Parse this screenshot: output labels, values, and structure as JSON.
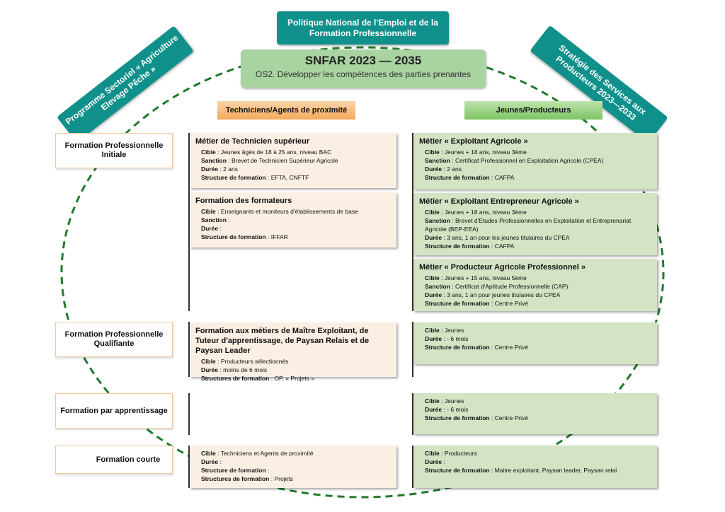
{
  "top": {
    "policy": "Politique National de l'Emploi et de la Formation Professionnelle",
    "snfar_title": "SNFAR 2023 — 2035",
    "snfar_subtitle": "OS2. Développer les compétences des parties prenantes",
    "left_program": "Programme Sectoriel « Agriculture Elevage Pêche »",
    "right_strategy": "Stratégie des Services aux Producteurs 2023—2033"
  },
  "columns": {
    "left": "Techniciens/Agents de proximité",
    "right": "Jeunes/Producteurs"
  },
  "rows": [
    "Formation Professionnelle Initiale",
    "Formation Professionnelle Qualifiante",
    "Formation par apprentissage",
    "Formation courte"
  ],
  "colors": {
    "teal": "#10908b",
    "snfar": "#a9d3a0",
    "orange": "#f6a95a",
    "green": "#7dc462",
    "peach": "#fbefe3",
    "lightgreen": "#d3e3c4",
    "dashed": "#1f7a2a"
  },
  "boxes": {
    "tech_sup": {
      "title": "Métier de Technicien supérieur",
      "lines": [
        [
          "Cible",
          " : Jeunes âgés de 18 à 25 ans, niveau BAC"
        ],
        [
          "Sanction",
          " : Brevet de Technicien Supérieur Agricole"
        ],
        [
          "Durée",
          " : 2 ans"
        ],
        [
          "Structure de formation",
          " : EFTA, CNFTF"
        ]
      ]
    },
    "formateurs": {
      "title": "Formation des formateurs",
      "lines": [
        [
          "Cible",
          " : Enseignants et moniteurs d'établissements de base"
        ],
        [
          "Sanction",
          " :"
        ],
        [
          "Durée",
          " :"
        ],
        [
          "Structure de formation",
          " : IFFAR"
        ]
      ]
    },
    "exploitant": {
      "title": "Métier « Exploitant Agricole »",
      "lines": [
        [
          "Cible",
          " : Jeunes + 18 ans, niveau 3ème"
        ],
        [
          "Sanction",
          " : Certificat Professionnel en Exploitation Agricole (CPEA)"
        ],
        [
          "Durée",
          " : 2 ans"
        ],
        [
          "Structure de formation",
          " : CAFPA"
        ]
      ]
    },
    "entrepreneur": {
      "title": "Métier « Exploitant Entrepreneur Agricole »",
      "lines": [
        [
          "Cible",
          " : Jeunes + 18 ans, niveau 3ème"
        ],
        [
          "Sanction",
          " : Brevet d'Etudes Professionnelles en Exploitation et Entreprenariat Agricole (BEP-EEA)"
        ],
        [
          "Durée",
          " : 3 ans, 1 an pour les jeunes titulaires du CPEA"
        ],
        [
          "Structure de formation",
          " : CAFPA"
        ]
      ]
    },
    "producteur": {
      "title": "Métier « Producteur Agricole Professionnel »",
      "lines": [
        [
          "Cible",
          " : Jeunes + 15 ans, niveau 5ème"
        ],
        [
          "Sanction",
          " : Certificat d'Aptitude Professionnelle (CAP)"
        ],
        [
          "Durée",
          " : 3 ans, 1 an pour jeunes titulaires du CPEA"
        ],
        [
          "Structure de formation",
          " : Centre Privé"
        ]
      ]
    },
    "maitre": {
      "title": "Formation aux métiers de Maître Exploitant, de Tuteur d'apprentissage, de Paysan Relais et de Paysan Leader",
      "lines": [
        [
          "Cible",
          " : Producteurs sélectionnés"
        ],
        [
          "Durée",
          " : moins de 6 mois"
        ],
        [
          "Structures de formation",
          " : OP, « Projets »"
        ]
      ]
    },
    "qualif_right": {
      "title": "",
      "lines": [
        [
          "Cible",
          " : Jeunes"
        ],
        [
          "Durée",
          " : - 6 mois"
        ],
        [
          "Structure de formation",
          " : Centre Privé"
        ]
      ]
    },
    "appr_right": {
      "title": "",
      "lines": [
        [
          "Cible",
          " : Jeunes"
        ],
        [
          "Durée",
          " : - 6 mois"
        ],
        [
          "Structure de formation",
          " : Centre Privé"
        ]
      ]
    },
    "courte_left": {
      "title": "",
      "lines": [
        [
          "Cible",
          " : Techniciens et Agents de proximité"
        ],
        [
          "Durée",
          " :"
        ],
        [
          "Structure de formation",
          " :"
        ],
        [
          "Structures de formation",
          " :  Projets"
        ]
      ]
    },
    "courte_right": {
      "title": "",
      "lines": [
        [
          "Cible",
          " : Producteurs"
        ],
        [
          "Durée",
          " :"
        ],
        [
          "Structure de formation",
          " : Maitre exploitant, Paysan leader, Paysan relai"
        ]
      ]
    }
  }
}
